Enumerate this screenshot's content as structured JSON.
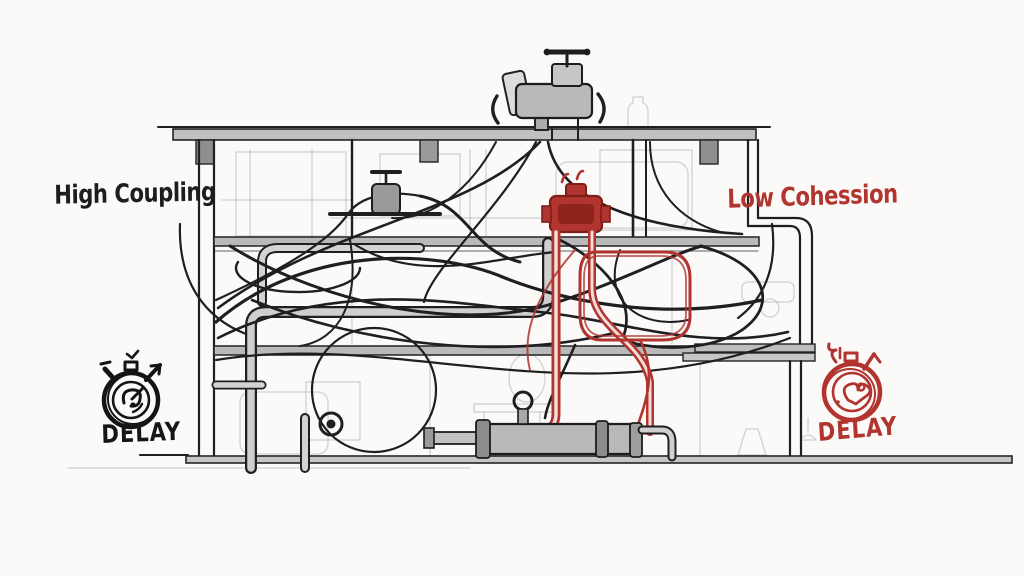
{
  "title": "High Coupling / Low Cohesion piping sketch",
  "labels": {
    "high_coupling": "High Coupling",
    "low_cohession": "Low Cohession",
    "delay_left": "DELAY",
    "delay_right": "DELAY"
  },
  "icons": {
    "delay_left": "stopwatch-icon",
    "delay_right": "stopwatch-icon"
  },
  "colors": {
    "ink": "#1f1f22",
    "accent_red": "#b1342e",
    "pipe_gray": "#c6c6c6",
    "paper": "#fbfaf8"
  }
}
